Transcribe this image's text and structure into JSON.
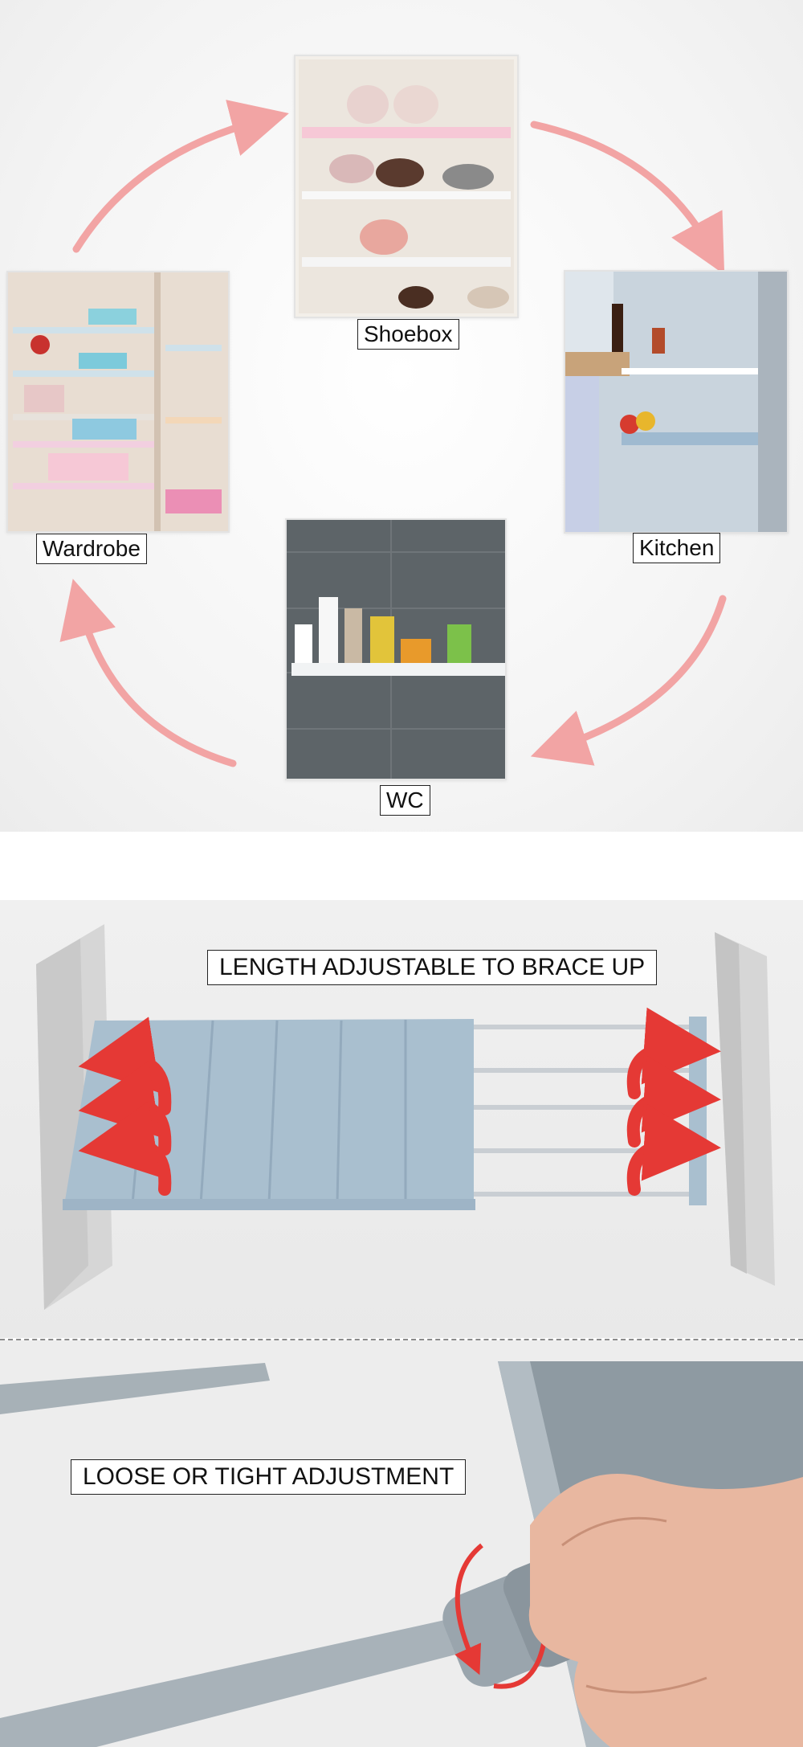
{
  "scenes": {
    "labels": {
      "shoebox": "Shoebox",
      "kitchen": "Kitchen",
      "wc": "WC",
      "wardrobe": "Wardrobe"
    },
    "arrow_color": "#f2a4a4"
  },
  "features": {
    "length_adjustable": "LENGTH ADJUSTABLE TO BRACE UP",
    "loose_tight": "LOOSE OR TIGHT ADJUSTMENT"
  },
  "colors": {
    "shelf_blue": "#a9bfcf",
    "rod_silver": "#c9ced3",
    "arrow_red": "#e53935",
    "wall_gray": "#d9d9d9"
  }
}
